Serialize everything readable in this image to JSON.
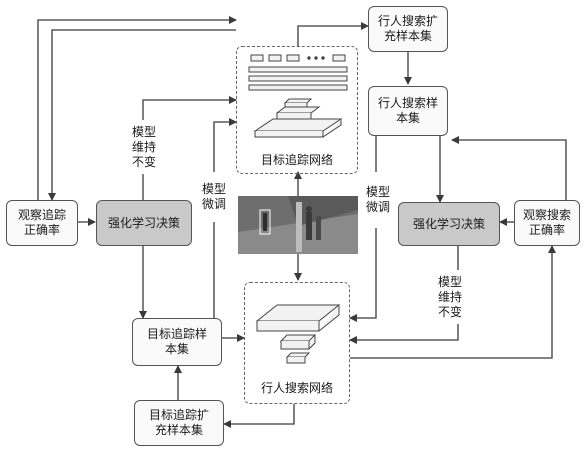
{
  "nodes": {
    "track_expand": "目标追踪扩\n充样本集",
    "track_samples": "目标追踪样\n本集",
    "observe_track": "观察追踪\n正确率",
    "rl_left": "强化学习决策",
    "model_keep_left": "模型\n维持\n不变",
    "model_tune_left": "模型\n微调",
    "track_net": "目标追踪网络",
    "person_expand": "行人搜索扩\n充样本集",
    "person_samples": "行人搜索样\n本集",
    "model_tune_right": "模型\n微调",
    "rl_right": "强化学习决策",
    "observe_search": "观察搜索\n正确率",
    "model_keep_right": "模型\n维持\n不变",
    "person_net": "行人搜索网络"
  },
  "colors": {
    "line": "#3a3a3a",
    "box_border": "#555555",
    "decision_fill": "#c9c9c9"
  }
}
